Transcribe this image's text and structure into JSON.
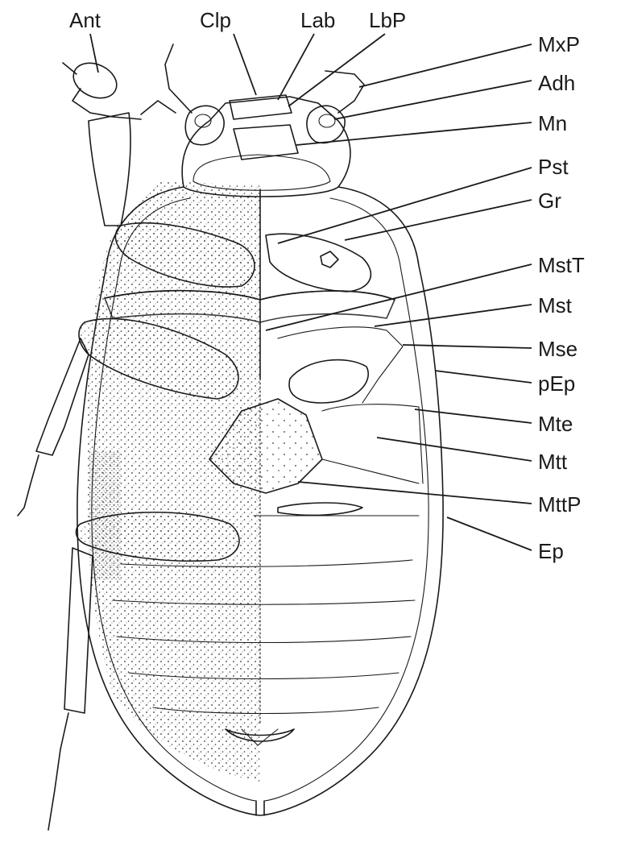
{
  "labels": {
    "Ant": "Ant",
    "Clp": "Clp",
    "Lab": "Lab",
    "LbP": "LbP",
    "MxP": "MxP",
    "Adh": "Adh",
    "Mn": "Mn",
    "Pst": "Pst",
    "Gr": "Gr",
    "MstT": "MstT",
    "Mst": "Mst",
    "Mse": "Mse",
    "pEp": "pEp",
    "Mte": "Mte",
    "Mtt": "Mtt",
    "MttP": "MttP",
    "Ep": "Ep"
  }
}
